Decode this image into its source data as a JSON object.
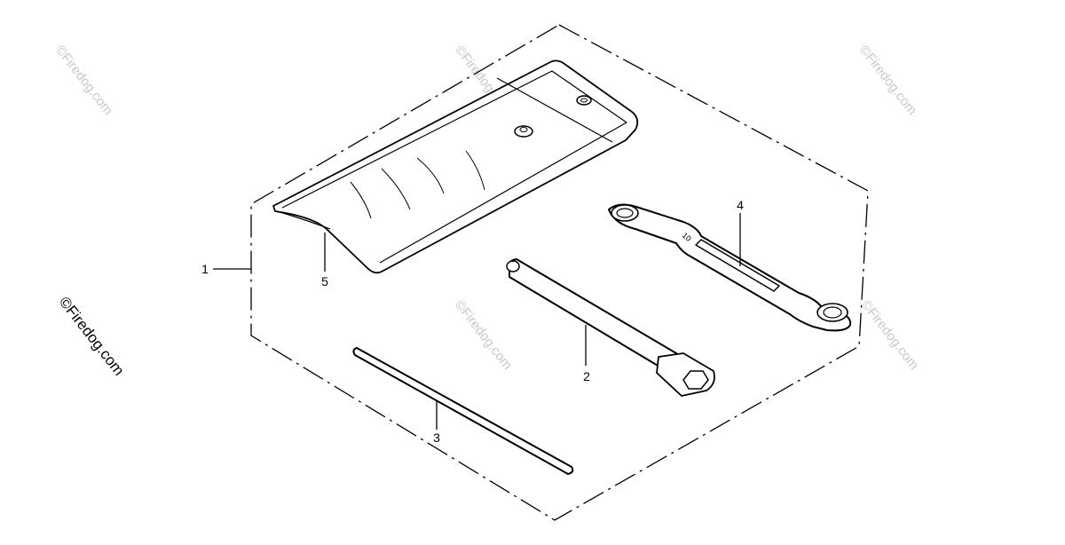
{
  "diagram": {
    "callouts": [
      {
        "id": "callout-1",
        "label": "1"
      },
      {
        "id": "callout-2",
        "label": "2"
      },
      {
        "id": "callout-3",
        "label": "3"
      },
      {
        "id": "callout-4",
        "label": "4"
      },
      {
        "id": "callout-5",
        "label": "5"
      }
    ],
    "wrench_size_text": "10",
    "watermark": {
      "text": "©Firedog.com",
      "color": "#c8c8c8",
      "side_color": "#000000"
    },
    "line_color": "#000000"
  }
}
